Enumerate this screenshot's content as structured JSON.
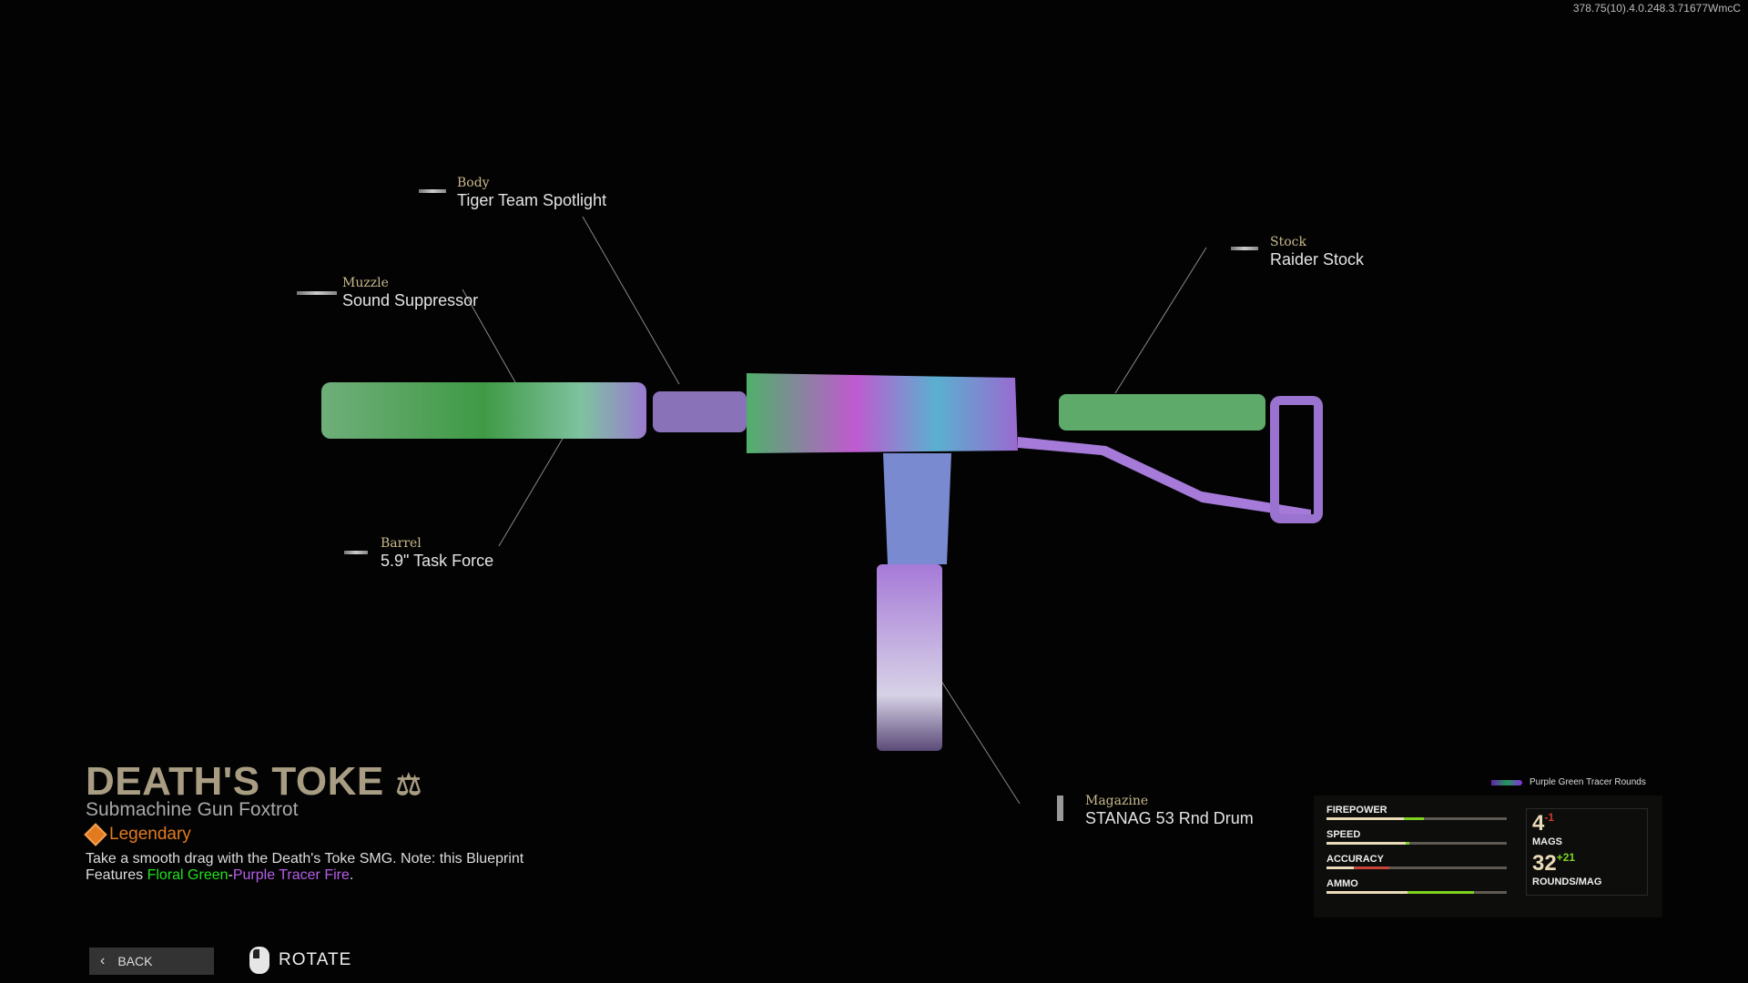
{
  "version_string": "378.75(10).4.0.248.3.71677WmcC",
  "attachments": [
    {
      "category": "Body",
      "name": "Tiger Team Spotlight"
    },
    {
      "category": "Muzzle",
      "name": "Sound Suppressor"
    },
    {
      "category": "Barrel",
      "name": "5.9\" Task Force"
    },
    {
      "category": "Stock",
      "name": "Raider Stock"
    },
    {
      "category": "Magazine",
      "name": "STANAG 53 Rnd Drum"
    }
  ],
  "weapon": {
    "title": "DEATH'S TOKE",
    "subtitle": "Submachine Gun Foxtrot",
    "rarity": "Legendary",
    "rarity_color": "#e27b1f",
    "description_1": "Take a smooth drag with the Death's Toke SMG. Note: this Blueprint Features ",
    "description_green": "Floral Green",
    "description_dash": "-",
    "description_purple": "Purple Tracer Fire",
    "description_end": "."
  },
  "tracer": "Purple Green Tracer Rounds",
  "stats": [
    {
      "label": "FIREPOWER",
      "base": 43,
      "modified": 54,
      "change": "up"
    },
    {
      "label": "SPEED",
      "base": 44,
      "modified": 46,
      "change": "up"
    },
    {
      "label": "ACCURACY",
      "base": 15,
      "modified": 35,
      "change": "down"
    },
    {
      "label": "AMMO",
      "base": 45,
      "modified": 82,
      "change": "up"
    }
  ],
  "mags": {
    "value": "4",
    "delta": "-1",
    "label": "MAGS"
  },
  "rounds": {
    "value": "32",
    "delta": "+21",
    "label": "ROUNDS/MAG"
  },
  "footer": {
    "back": "BACK",
    "rotate": "ROTATE"
  }
}
